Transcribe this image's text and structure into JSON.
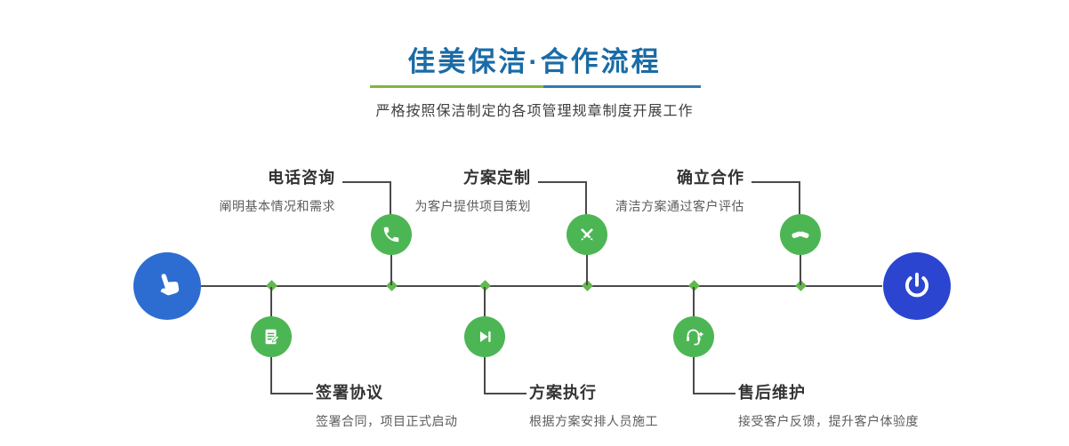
{
  "header": {
    "title": "佳美保洁·合作流程",
    "subtitle": "严格按照保洁制定的各项管理规章制度开展工作"
  },
  "colors": {
    "title_blue": "#1a6ba6",
    "divider_green": "#7fb73d",
    "divider_blue": "#2f7bb5",
    "node_blue_start": "#2d6dd2",
    "node_blue_end": "#2b45d1",
    "step_green": "#4db654",
    "diamond_green": "#62b94e",
    "line_gray": "#4a4a4a"
  },
  "timeline": {
    "start_icon": "hand-pointer-icon",
    "end_icon": "power-icon",
    "steps": [
      {
        "label": "电话咨询",
        "desc": "阐明基本情况和需求",
        "icon": "phone-icon",
        "position": "top"
      },
      {
        "label": "方案定制",
        "desc": "为客户提供项目策划",
        "icon": "design-pen-icon",
        "position": "top"
      },
      {
        "label": "确立合作",
        "desc": "清洁方案通过客户评估",
        "icon": "handshake-icon",
        "position": "top"
      },
      {
        "label": "签署协议",
        "desc": "签署合同，项目正式启动",
        "icon": "contract-icon",
        "position": "bottom"
      },
      {
        "label": "方案执行",
        "desc": "根据方案安排人员施工",
        "icon": "play-icon",
        "position": "bottom"
      },
      {
        "label": "售后维护",
        "desc": "接受客户反馈，提升客户体验度",
        "icon": "headset-icon",
        "position": "bottom"
      }
    ]
  }
}
